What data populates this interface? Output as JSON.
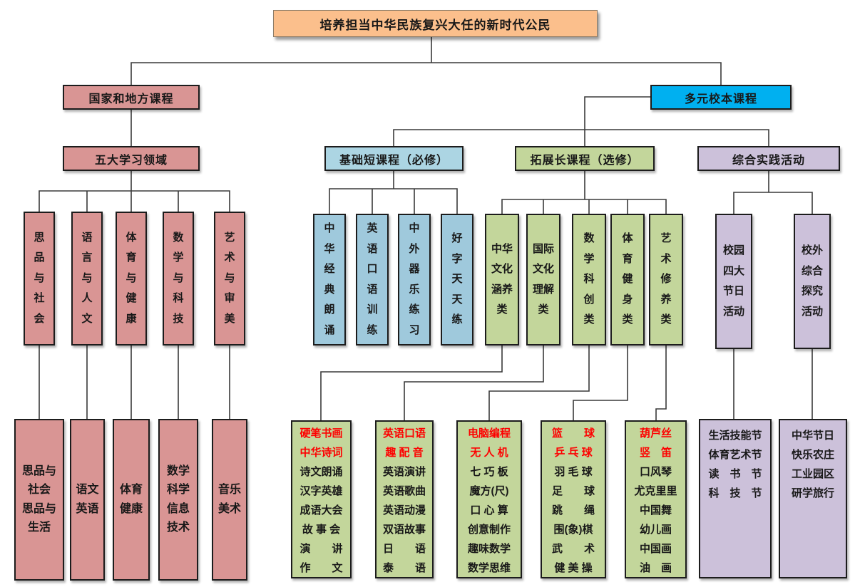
{
  "palette": {
    "top_box": "#FBBF8C",
    "national_red": "#D99594",
    "school_cyan": "#00B0F0",
    "basic_blue": "#9FC9DC",
    "extended_green": "#C3D69B",
    "practice_purple": "#CCC1DA",
    "leaf_title_red": "#FE0000",
    "line_color": "#3a3a3a"
  },
  "title": "培养担当中华民族复兴大任的新时代公民",
  "national": {
    "header": "国家和地方课程",
    "domains_header": "五大学习领域",
    "columns": [
      "思\n品\n与\n社\n会",
      "语\n言\n与\n人\n文",
      "体\n育\n与\n健\n康",
      "数\n学\n与\n科\n技",
      "艺\n术\n与\n审\n美"
    ],
    "leaves": [
      "思品与\n社会\n思品与\n生活",
      "语文\n英语",
      "体育\n健康",
      "数学\n科学\n信息\n技术",
      "音乐\n美术"
    ]
  },
  "school": {
    "header": "多元校本课程",
    "basic": {
      "header": "基础短课程（必修）",
      "columns": [
        "中\n华\n经\n典\n朗\n诵",
        "英\n语\n口\n语\n训\n练",
        "中\n外\n器\n乐\n练\n习",
        "好\n字\n天\n天\n练"
      ]
    },
    "extended": {
      "header": "拓展长课程（选修）",
      "columns": [
        "中华\n文化\n涵养\n类",
        "国际\n文化\n理解\n类",
        "数\n学\n科\n创\n类",
        "体\n育\n健\n身\n类",
        "艺\n术\n修\n养\n类"
      ],
      "leaves": [
        {
          "title": "硬笔书画\n中华诗词",
          "body": "诗文朗诵\n汉字英雄\n成语大会\n故 事 会\n演　　讲\n作　　文"
        },
        {
          "title": "英语口语\n趣 配 音",
          "body": "英语演讲\n英语歌曲\n英语动漫\n双语故事\n日　　语\n泰　　语"
        },
        {
          "title": "电脑编程\n无 人 机",
          "body": "七 巧 板\n魔方(尺)\n口 心 算\n创意制作\n趣味数学\n数学思维"
        },
        {
          "title": "篮　　球\n乒 乓 球",
          "body": "羽 毛 球\n足　　球\n跳　　绳\n围(象)棋\n武　　术\n健 美 操"
        },
        {
          "title": "葫芦丝\n竖　笛",
          "body": "口风琴\n尤克里里\n中国舞\n幼儿画\n中国画\n油　画"
        }
      ]
    },
    "practice": {
      "header": "综合实践活动",
      "columns": [
        "校园\n四大\n节日\n活动",
        "校外\n综合\n探究\n活动"
      ],
      "leaves": [
        "生活技能节\n体育艺术节\n读　书　节\n科　技　节",
        "中华节日\n快乐农庄\n工业园区\n研学旅行"
      ]
    }
  }
}
